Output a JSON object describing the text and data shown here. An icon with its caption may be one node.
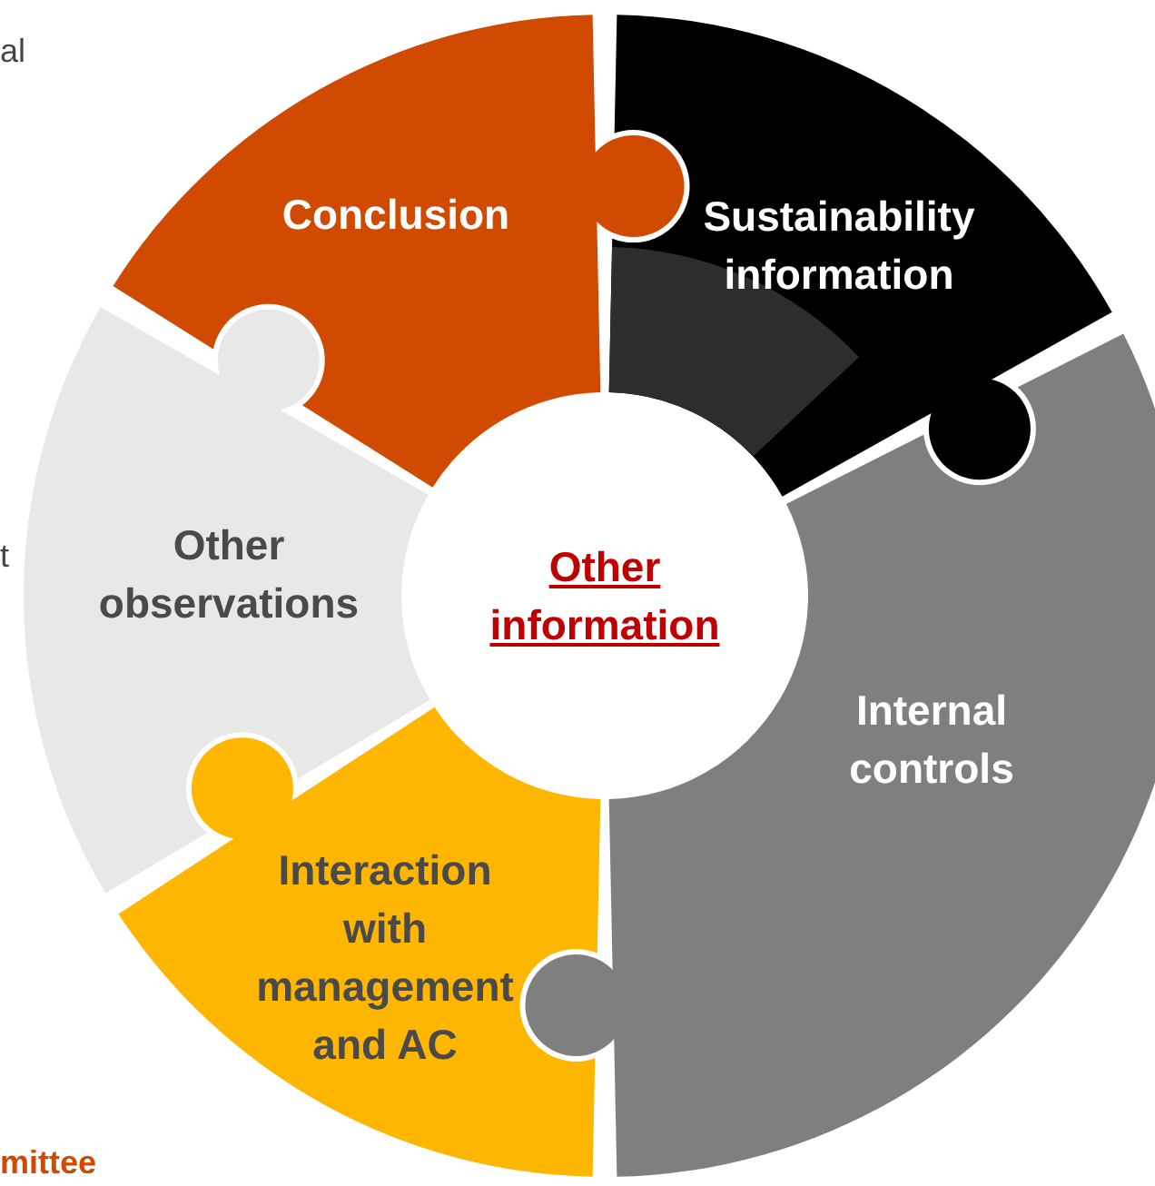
{
  "diagram": {
    "nodes": [
      {
        "text": [
          "Conclusion"
        ]
      },
      {
        "text": [
          "Sustainability information"
        ]
      },
      {
        "text": [
          "Internal controls"
        ]
      },
      {
        "text": [
          "Interaction with management and AC"
        ]
      },
      {
        "text": [
          "Other observations"
        ]
      },
      {
        "text": [
          "Other information"
        ]
      }
    ],
    "labels": [
      "al",
      "t",
      "mittee"
    ]
  }
}
